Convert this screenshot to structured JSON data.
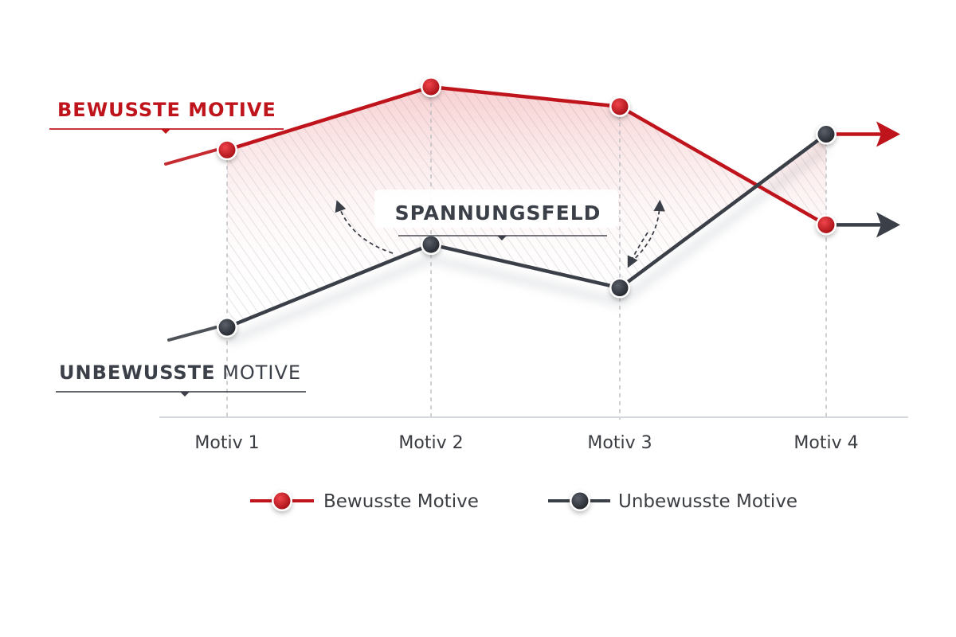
{
  "chart_data": {
    "type": "line",
    "categories": [
      "Motiv 1",
      "Motiv 2",
      "Motiv 3",
      "Motiv 4"
    ],
    "series": [
      {
        "name": "Bewusste Motive",
        "values": [
          6.6,
          8.2,
          7.7,
          4.7
        ],
        "color": "#c0141c"
      },
      {
        "name": "Unbewusste Motive",
        "values": [
          2.1,
          4.2,
          3.1,
          7.0
        ],
        "color": "#3b3f47"
      }
    ],
    "ylim": [
      0,
      10
    ],
    "grid": false,
    "legend": "bottom",
    "annotations": {
      "upper": "BEWUSSTE MOTIVE",
      "lower_bold": "UNBEWUSSTE",
      "lower_rest": " MOTIVE",
      "center": "SPANNUNGSFELD"
    },
    "title": "",
    "xlabel": "",
    "ylabel": ""
  }
}
